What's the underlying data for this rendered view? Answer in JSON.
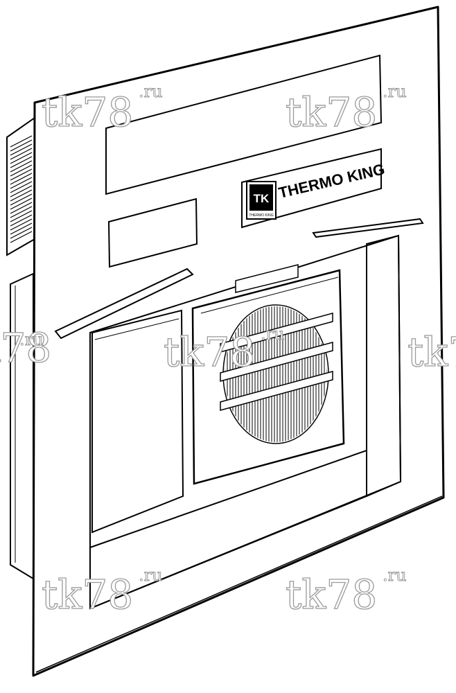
{
  "brand": {
    "name": "THERMO KING",
    "logo_mark": "TK",
    "logo_caption": "THERMO KING"
  },
  "watermark": {
    "main": "tk78",
    "suffix": ".ru"
  },
  "colors": {
    "line": "#000000",
    "panel": "#ffffff",
    "watermark_outline": "#9a9a9a"
  },
  "icons": {
    "brand_logo": "thermo-king-logo",
    "fan_grille": "fan-grille-icon"
  }
}
